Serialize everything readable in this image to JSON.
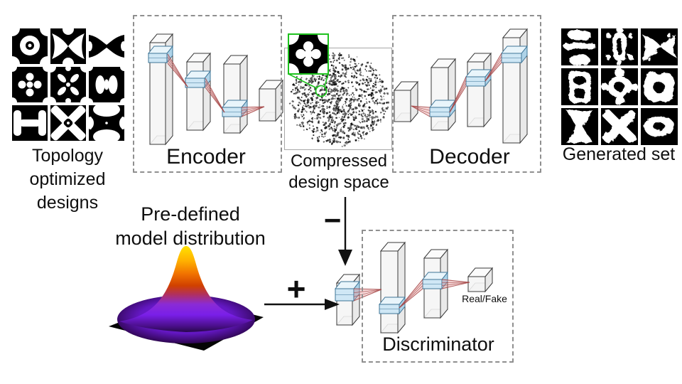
{
  "figure": {
    "topology": {
      "label_lines": [
        "Topology",
        "optimized",
        "designs"
      ],
      "cells": [
        "ring-corners",
        "wing-lens",
        "x-bands",
        "petal-cross",
        "diag-petals",
        "double-lens",
        "h-bracket",
        "x-cross",
        "hourglass-h"
      ]
    },
    "encoder": {
      "label": "Encoder"
    },
    "latent": {
      "label_lines": [
        "Compressed",
        "design space"
      ],
      "inset_pattern": "inset-petal"
    },
    "decoder": {
      "label": "Decoder"
    },
    "generated": {
      "label": "Generated set",
      "cells": [
        "bars",
        "capsule-v",
        "wings",
        "eight",
        "o-cross",
        "square-ring",
        "bowtie-v",
        "x-thick",
        "capsule-h"
      ]
    },
    "distribution": {
      "label_lines": [
        "Pre-defined",
        "model distribution"
      ]
    },
    "discriminator": {
      "label": "Discriminator",
      "output": "Real/Fake"
    },
    "ops": {
      "minus": "−",
      "plus": "+"
    },
    "colors": {
      "slab_fill": "#cfe7f5",
      "slab_top": "#e9f5fb",
      "slab_stroke": "#3d7496",
      "fan_line": "#a34444",
      "fan_fill": "rgba(225,140,140,0.35)",
      "box_front": "#f4f4f4",
      "box_side": "#e9e9e9",
      "box_top": "#fbfbfb",
      "box_stroke": "#3a3a3a",
      "highlight_green": "#1ec21e",
      "dashed_border": "#8f8f8f",
      "arrow": "#111111",
      "surface_peak": "#ffe200",
      "surface_orange": "#e85d00",
      "surface_violet": "#7a1fe8",
      "background": "#ffffff"
    }
  }
}
